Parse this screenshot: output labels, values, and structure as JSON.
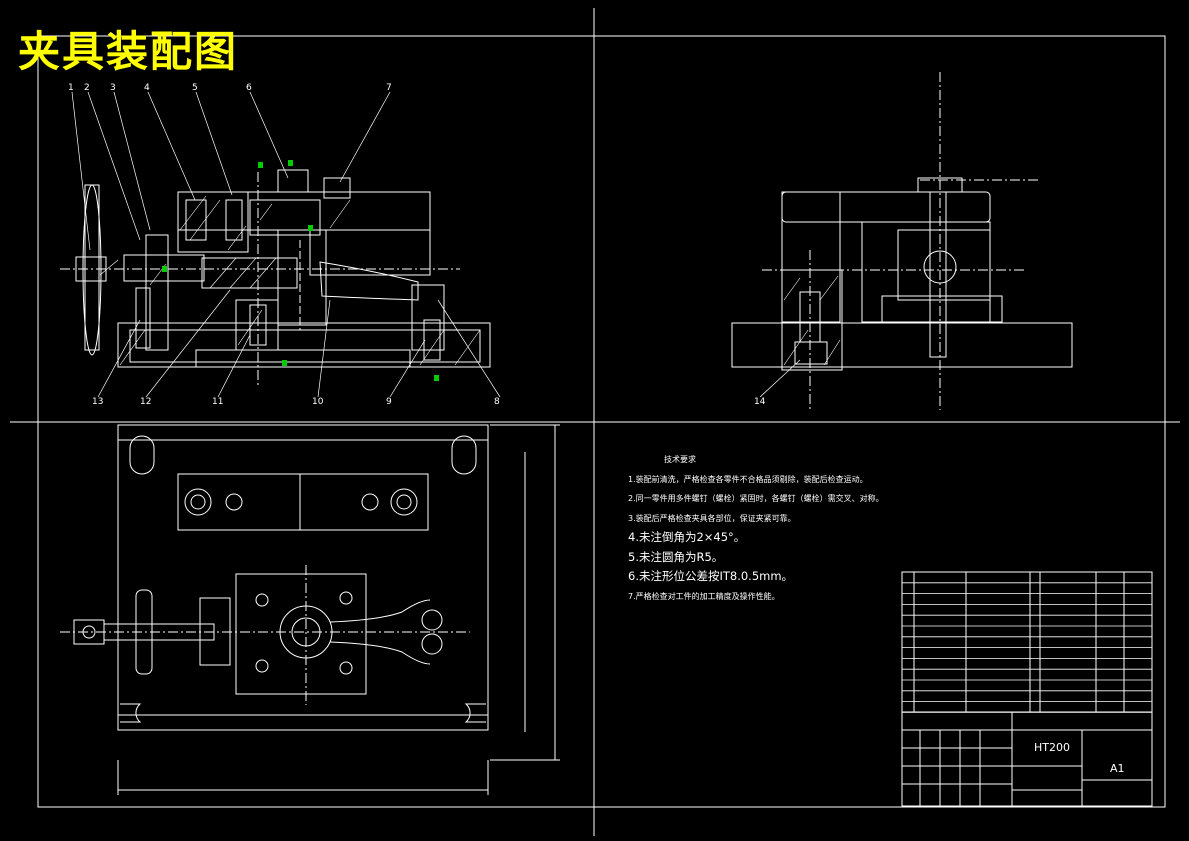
{
  "drawing_title": "夹具装配图",
  "balloons": [
    "1",
    "2",
    "3",
    "4",
    "5",
    "6",
    "7",
    "13",
    "12",
    "11",
    "10",
    "9",
    "8",
    "14"
  ],
  "requirements": {
    "heading": "技术要求",
    "lines": [
      "1.装配前清洗，严格检查各零件不合格品须剔除，装配后检查运动。",
      "2.同一零件用多件螺钉（螺栓）紧固时，各螺钉（螺栓）需交叉、对称。",
      "3.装配后严格检查夹具各部位，保证夹紧可靠。",
      "4.未注倒角为2×45°。",
      "5.未注圆角为R5。",
      "6.未注形位公差按IT8.0.5mm。",
      "7.严格检查对工件的加工精度及操作性能。"
    ]
  },
  "title_block": {
    "material": "HT200",
    "sheet_size": "A1"
  },
  "colors": {
    "background": "#000000",
    "line": "#ffffff",
    "title": "#ffff00",
    "marker": "#00cc00"
  }
}
